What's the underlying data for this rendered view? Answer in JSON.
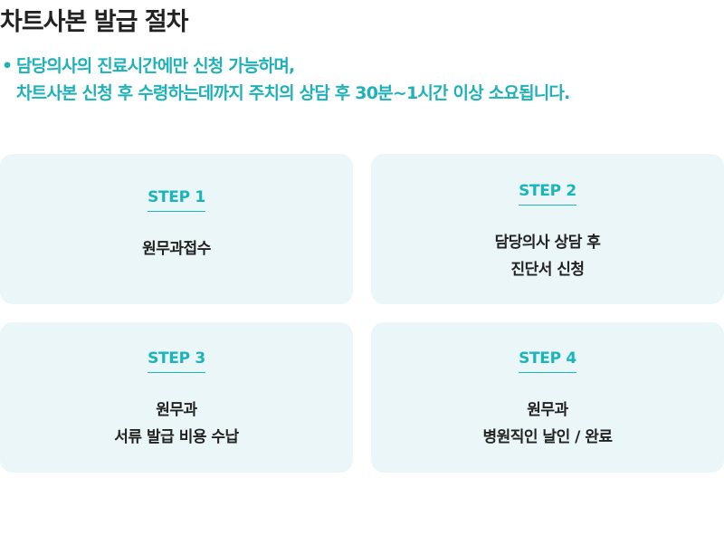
{
  "header": {
    "title": "차트사본 발급 절차"
  },
  "notice": {
    "bullet": "•",
    "line1": "담당의사의 진료시간에만 신청 가능하며,",
    "line2": "차트사본 신청 후 수령하는데까지 주치의 상담 후 30분~1시간 이상 소요됩니다."
  },
  "steps": [
    {
      "label": "STEP 1",
      "lines": [
        "원무과접수"
      ]
    },
    {
      "label": "STEP 2",
      "lines": [
        "담당의사 상담 후",
        "진단서 신청"
      ]
    },
    {
      "label": "STEP 3",
      "lines": [
        "원무과",
        "서류 발급 비용 수납"
      ]
    },
    {
      "label": "STEP 4",
      "lines": [
        "원무과",
        "병원직인 날인 / 완료"
      ]
    }
  ],
  "colors": {
    "accent": "#1ab5bc",
    "card_background": "#eaf6f8",
    "title_text": "#222222"
  }
}
